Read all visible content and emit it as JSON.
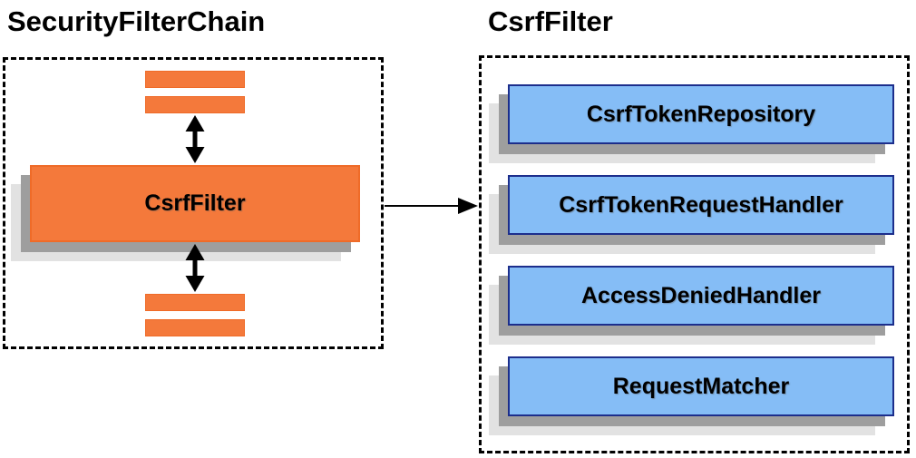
{
  "titles": {
    "security_filter_chain": "SecurityFilterChain",
    "csrf_filter": "CsrfFilter"
  },
  "left_panel": {
    "csrf_filter_label": "CsrfFilter"
  },
  "right_panel": {
    "items": [
      {
        "label": "CsrfTokenRepository"
      },
      {
        "label": "CsrfTokenRequestHandler"
      },
      {
        "label": "AccessDeniedHandler"
      },
      {
        "label": "RequestMatcher"
      }
    ]
  },
  "icons": {
    "vertical_connectors": "double-headed-arrow-icon",
    "horizontal_connector": "right-arrow-icon"
  },
  "colors": {
    "orange-fill": "#f4793b",
    "orange-border": "#ef6b28",
    "blue-fill": "#85bdf6",
    "blue-border": "#1c2e8c",
    "shadow-mid": "#9e9e9e",
    "shadow-light": "#e2e2e2",
    "line": "#000000"
  }
}
